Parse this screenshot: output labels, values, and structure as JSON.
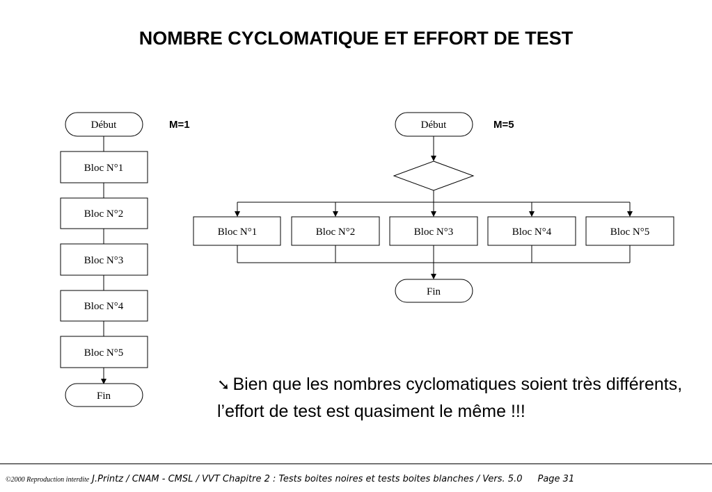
{
  "title": "NOMBRE CYCLOMATIQUE ET EFFORT DE TEST",
  "left_flow": {
    "m_label": "M=1",
    "start": "Début",
    "blocks": [
      "Bloc N°1",
      "Bloc N°2",
      "Bloc N°3",
      "Bloc N°4",
      "Bloc N°5"
    ],
    "end": "Fin"
  },
  "right_flow": {
    "m_label": "M=5",
    "start": "Début",
    "blocks": [
      "Bloc N°1",
      "Bloc N°2",
      "Bloc N°3",
      "Bloc N°4",
      "Bloc N°5"
    ],
    "end": "Fin"
  },
  "note": {
    "bullet_icon": "arrow-down-right-icon",
    "text": "Bien que les nombres cyclomatiques soient très différents, l’effort de test est quasiment le même !!!"
  },
  "footer": {
    "copyright": "©2000 Reproduction interdite",
    "text": "J.Printz / CNAM - CMSL / VVT Chapitre 2  : Tests boites noires et tests boites blanches / Vers. 5.0",
    "page": "Page 31"
  }
}
